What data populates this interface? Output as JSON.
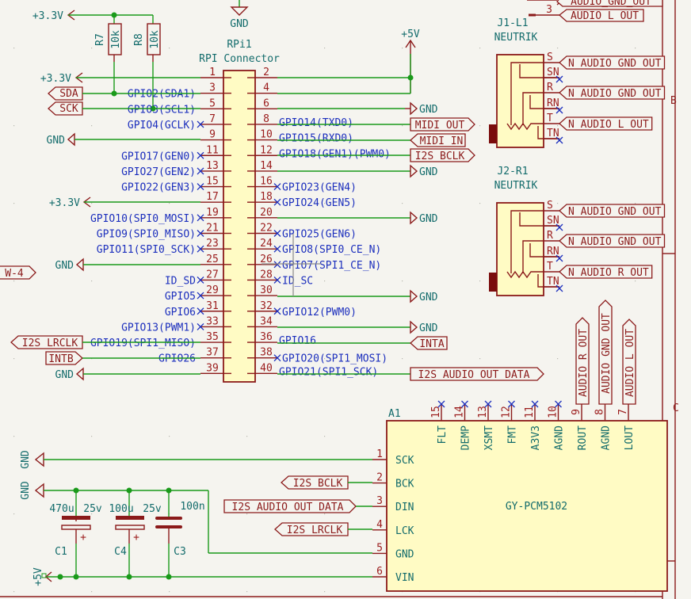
{
  "power": {
    "v33": "+3.3V",
    "v5": "+5V",
    "gnd": "GND"
  },
  "resistors": [
    {
      "ref": "R7",
      "value": "10k"
    },
    {
      "ref": "R8",
      "value": "10k"
    }
  ],
  "rpi": {
    "ref": "RPi1",
    "value": "RPI Connector",
    "left_pins": [
      {
        "num": "1",
        "net": ""
      },
      {
        "num": "3",
        "net": "GPIO2(SDA1)"
      },
      {
        "num": "5",
        "net": "GPIO3(SCL1)"
      },
      {
        "num": "7",
        "net": "GPIO4(GCLK)"
      },
      {
        "num": "9",
        "net": ""
      },
      {
        "num": "11",
        "net": "GPIO17(GEN0)"
      },
      {
        "num": "13",
        "net": "GPIO27(GEN2)"
      },
      {
        "num": "15",
        "net": "GPIO22(GEN3)"
      },
      {
        "num": "17",
        "net": ""
      },
      {
        "num": "19",
        "net": "GPIO10(SPI0_MOSI)"
      },
      {
        "num": "21",
        "net": "GPIO9(SPI0_MISO)"
      },
      {
        "num": "23",
        "net": "GPIO11(SPI0_SCK)"
      },
      {
        "num": "25",
        "net": ""
      },
      {
        "num": "27",
        "net": "ID_SD"
      },
      {
        "num": "29",
        "net": "GPIO5"
      },
      {
        "num": "31",
        "net": "GPIO6"
      },
      {
        "num": "33",
        "net": "GPIO13(PWM1)"
      },
      {
        "num": "35",
        "net": "GPIO19(SPI1_MISO)"
      },
      {
        "num": "37",
        "net": "GPIO26"
      },
      {
        "num": "39",
        "net": ""
      }
    ],
    "right_pins": [
      {
        "num": "2",
        "net": ""
      },
      {
        "num": "4",
        "net": ""
      },
      {
        "num": "6",
        "net": ""
      },
      {
        "num": "8",
        "net": "GPIO14(TXD0)"
      },
      {
        "num": "10",
        "net": "GPIO15(RXD0)"
      },
      {
        "num": "12",
        "net": "GPIO18(GEN1)(PWM0)"
      },
      {
        "num": "14",
        "net": ""
      },
      {
        "num": "16",
        "net": "GPIO23(GEN4)"
      },
      {
        "num": "18",
        "net": "GPIO24(GEN5)"
      },
      {
        "num": "20",
        "net": ""
      },
      {
        "num": "22",
        "net": "GPIO25(GEN6)"
      },
      {
        "num": "24",
        "net": "GPIO8(SPI0_CE_N)"
      },
      {
        "num": "26",
        "net": "GPIO7(SPI1_CE_N)"
      },
      {
        "num": "28",
        "net": "ID_SC"
      },
      {
        "num": "30",
        "net": ""
      },
      {
        "num": "32",
        "net": "GPIO12(PWM0)"
      },
      {
        "num": "34",
        "net": ""
      },
      {
        "num": "36",
        "net": "GPIO16"
      },
      {
        "num": "38",
        "net": "GPIO20(SPI1_MOSI)"
      },
      {
        "num": "40",
        "net": "GPIO21(SPI1_SCK)"
      }
    ]
  },
  "labels": {
    "sda": "SDA",
    "sck": "SCK",
    "w4": "W-4",
    "i2s_lrclk": "I2S_LRCLK",
    "intb": "INTB",
    "midi_out": "MIDI_OUT",
    "midi_in": "MIDI_IN",
    "i2s_bclk": "I2S_BCLK",
    "inta": "INTA",
    "i2s_audio_out_data": "I2S_AUDIO_OUT_DATA",
    "audio_gnd_out": "AUDIO_GND_OUT",
    "audio_l_out": "AUDIO_L_OUT",
    "audio_r_out": "AUDIO_R_OUT",
    "n_audio_gnd_out": "N_AUDIO_GND_OUT",
    "n_audio_l_out": "N_AUDIO_L_OUT",
    "n_audio_r_out": "N_AUDIO_R_OUT"
  },
  "top_right": {
    "pin_num": "3"
  },
  "jacks": [
    {
      "ref": "J1-L1",
      "value": "NEUTRIK",
      "pins": [
        "S",
        "SN",
        "R",
        "RN",
        "T",
        "TN"
      ]
    },
    {
      "ref": "J2-R1",
      "value": "NEUTRIK",
      "pins": [
        "S",
        "SN",
        "R",
        "RN",
        "T",
        "TN"
      ]
    }
  ],
  "sheet_border": {
    "row_letter_b": "B",
    "row_letter_c": "C"
  },
  "dac": {
    "ref": "A1",
    "value": "GY-PCM5102",
    "left_pins": [
      {
        "num": "1",
        "name": "SCK"
      },
      {
        "num": "2",
        "name": "BCK"
      },
      {
        "num": "3",
        "name": "DIN"
      },
      {
        "num": "4",
        "name": "LCK"
      },
      {
        "num": "5",
        "name": "GND"
      },
      {
        "num": "6",
        "name": "VIN"
      }
    ],
    "top_pins": [
      {
        "num": "15",
        "name": "FLT"
      },
      {
        "num": "14",
        "name": "DEMP"
      },
      {
        "num": "13",
        "name": "XSMT"
      },
      {
        "num": "12",
        "name": "FMT"
      },
      {
        "num": "11",
        "name": "A3V3"
      },
      {
        "num": "10",
        "name": "AGND"
      },
      {
        "num": "9",
        "name": "ROUT"
      },
      {
        "num": "8",
        "name": "AGND"
      },
      {
        "num": "7",
        "name": "LOUT"
      }
    ]
  },
  "capacitors": [
    {
      "ref": "C1",
      "value": "470u",
      "rating": "25v",
      "polarized": true
    },
    {
      "ref": "C4",
      "value": "100u",
      "rating": "25v",
      "polarized": true
    },
    {
      "ref": "C3",
      "value": "100n",
      "rating": "",
      "polarized": false
    }
  ],
  "plus_sign": "+"
}
